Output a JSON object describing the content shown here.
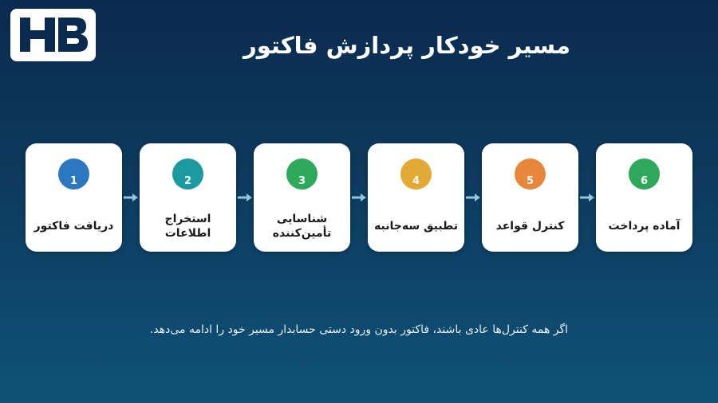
{
  "logo": {
    "text": "HB",
    "icon": "hb-logo-icon"
  },
  "title": "مسیر خودکار پردازش فاکتور",
  "steps": [
    {
      "number": "1",
      "label": "دریافت فاکتور",
      "color": "#2b77c0"
    },
    {
      "number": "2",
      "label": "استخراج اطلاعات",
      "color": "#1b9aa0"
    },
    {
      "number": "3",
      "label": "شناسایی تأمین‌کننده",
      "color": "#2ea85a"
    },
    {
      "number": "4",
      "label": "تطبیق سه‌جانبه",
      "color": "#e2aa35"
    },
    {
      "number": "5",
      "label": "کنترل قواعد",
      "color": "#e8863a"
    },
    {
      "number": "6",
      "label": "آماده پرداخت",
      "color": "#2ea85a"
    }
  ],
  "arrow_icon": "arrow-right-icon",
  "arrow_color": "#8fc6dc",
  "footer": "اگر همه کنترل‌ها عادی باشند، فاکتور بدون ورود دستی حسابدار مسیر خود را ادامه می‌دهد."
}
